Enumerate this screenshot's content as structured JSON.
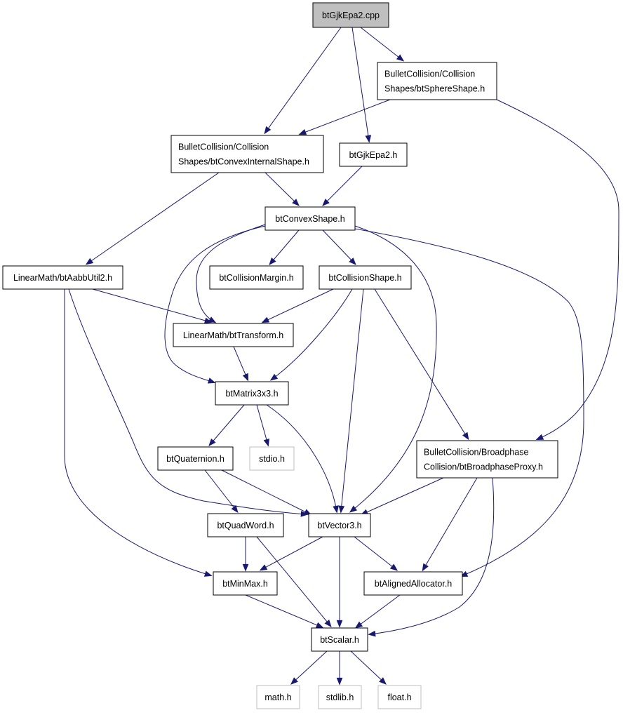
{
  "graph": {
    "nodes": [
      {
        "id": "n0",
        "lines": [
          "btGjkEpa2.cpp"
        ],
        "kind": "root"
      },
      {
        "id": "n1",
        "lines": [
          "BulletCollision/Collision",
          "Shapes/btSphereShape.h"
        ],
        "kind": "normal"
      },
      {
        "id": "n2",
        "lines": [
          "BulletCollision/Collision",
          "Shapes/btConvexInternalShape.h"
        ],
        "kind": "normal"
      },
      {
        "id": "n3",
        "lines": [
          "btGjkEpa2.h"
        ],
        "kind": "normal"
      },
      {
        "id": "n4",
        "lines": [
          "btConvexShape.h"
        ],
        "kind": "normal"
      },
      {
        "id": "n5",
        "lines": [
          "LinearMath/btAabbUtil2.h"
        ],
        "kind": "normal"
      },
      {
        "id": "n6",
        "lines": [
          "btCollisionMargin.h"
        ],
        "kind": "normal"
      },
      {
        "id": "n7",
        "lines": [
          "btCollisionShape.h"
        ],
        "kind": "normal"
      },
      {
        "id": "n8",
        "lines": [
          "LinearMath/btTransform.h"
        ],
        "kind": "normal"
      },
      {
        "id": "n9",
        "lines": [
          "btMatrix3x3.h"
        ],
        "kind": "normal"
      },
      {
        "id": "n10",
        "lines": [
          "btQuaternion.h"
        ],
        "kind": "normal"
      },
      {
        "id": "n11",
        "lines": [
          "stdio.h"
        ],
        "kind": "external"
      },
      {
        "id": "n12",
        "lines": [
          "BulletCollision/Broadphase",
          "Collision/btBroadphaseProxy.h"
        ],
        "kind": "normal"
      },
      {
        "id": "n13",
        "lines": [
          "btQuadWord.h"
        ],
        "kind": "normal"
      },
      {
        "id": "n14",
        "lines": [
          "btVector3.h"
        ],
        "kind": "normal"
      },
      {
        "id": "n15",
        "lines": [
          "btMinMax.h"
        ],
        "kind": "normal"
      },
      {
        "id": "n16",
        "lines": [
          "btAlignedAllocator.h"
        ],
        "kind": "normal"
      },
      {
        "id": "n17",
        "lines": [
          "btScalar.h"
        ],
        "kind": "normal"
      },
      {
        "id": "n18",
        "lines": [
          "math.h"
        ],
        "kind": "external"
      },
      {
        "id": "n19",
        "lines": [
          "stdlib.h"
        ],
        "kind": "external"
      },
      {
        "id": "n20",
        "lines": [
          "float.h"
        ],
        "kind": "external"
      }
    ],
    "edges": [
      [
        "n0",
        "n1"
      ],
      [
        "n0",
        "n2"
      ],
      [
        "n0",
        "n3"
      ],
      [
        "n1",
        "n2"
      ],
      [
        "n1",
        "n12"
      ],
      [
        "n2",
        "n4"
      ],
      [
        "n2",
        "n5"
      ],
      [
        "n3",
        "n4"
      ],
      [
        "n4",
        "n6"
      ],
      [
        "n4",
        "n7"
      ],
      [
        "n4",
        "n8"
      ],
      [
        "n4",
        "n9"
      ],
      [
        "n4",
        "n14"
      ],
      [
        "n4",
        "n16"
      ],
      [
        "n5",
        "n8"
      ],
      [
        "n5",
        "n14"
      ],
      [
        "n5",
        "n15"
      ],
      [
        "n7",
        "n8"
      ],
      [
        "n7",
        "n9"
      ],
      [
        "n7",
        "n14"
      ],
      [
        "n7",
        "n12"
      ],
      [
        "n8",
        "n9"
      ],
      [
        "n9",
        "n10"
      ],
      [
        "n9",
        "n11"
      ],
      [
        "n9",
        "n14"
      ],
      [
        "n10",
        "n13"
      ],
      [
        "n10",
        "n14"
      ],
      [
        "n12",
        "n14"
      ],
      [
        "n12",
        "n16"
      ],
      [
        "n12",
        "n17"
      ],
      [
        "n13",
        "n15"
      ],
      [
        "n13",
        "n17"
      ],
      [
        "n14",
        "n15"
      ],
      [
        "n14",
        "n16"
      ],
      [
        "n14",
        "n17"
      ],
      [
        "n15",
        "n17"
      ],
      [
        "n16",
        "n17"
      ],
      [
        "n17",
        "n18"
      ],
      [
        "n17",
        "n19"
      ],
      [
        "n17",
        "n20"
      ]
    ]
  }
}
